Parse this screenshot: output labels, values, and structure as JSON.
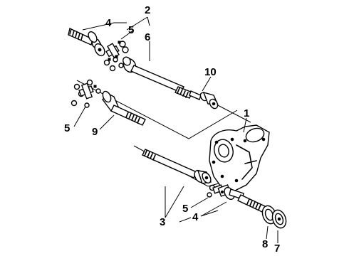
{
  "callouts": {
    "c1": "1",
    "c2": "2",
    "c3": "3",
    "c4_top": "4",
    "c4_bottom": "4",
    "c5_top": "5",
    "c5_middle": "5",
    "c5_bottom": "5",
    "c6": "6",
    "c7": "7",
    "c8": "8",
    "c9": "9",
    "c10": "10"
  },
  "colors": {
    "ink": "#000000",
    "background": "#ffffff"
  }
}
